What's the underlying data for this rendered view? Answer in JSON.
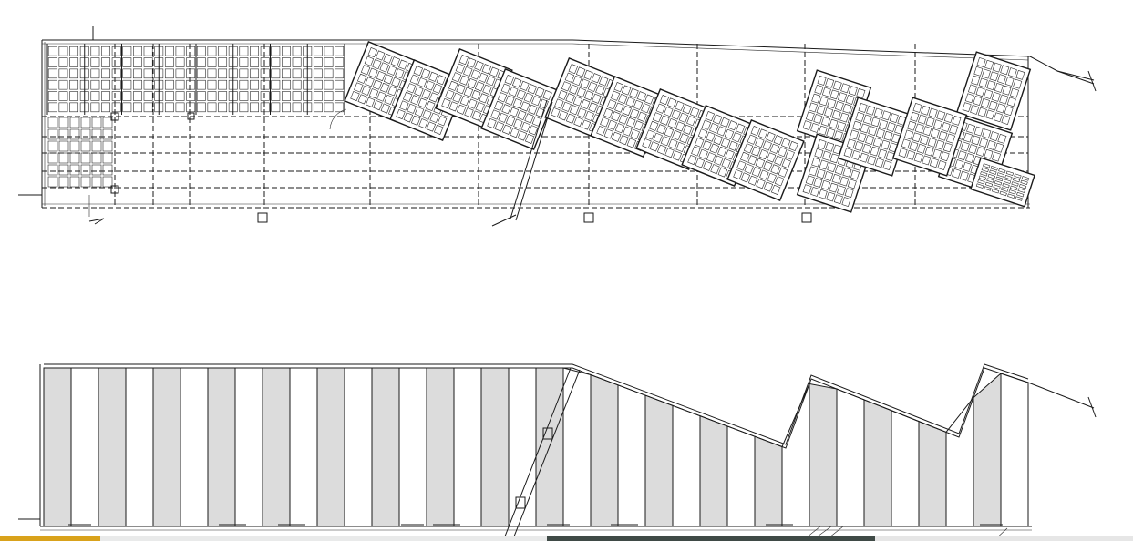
{
  "colors": {
    "line": "#1a1a1a",
    "stripe": "#dcdcdc",
    "background": "#ffffff",
    "strip_accent": "#d9a21b",
    "strip_dark": "#3f4a46"
  },
  "top_plan": {
    "flat_bays": 8,
    "grid_module_rows": 6,
    "tilted_panels": 16
  },
  "bottom_plan": {
    "stripes": 36,
    "alternate_shaded": true
  }
}
